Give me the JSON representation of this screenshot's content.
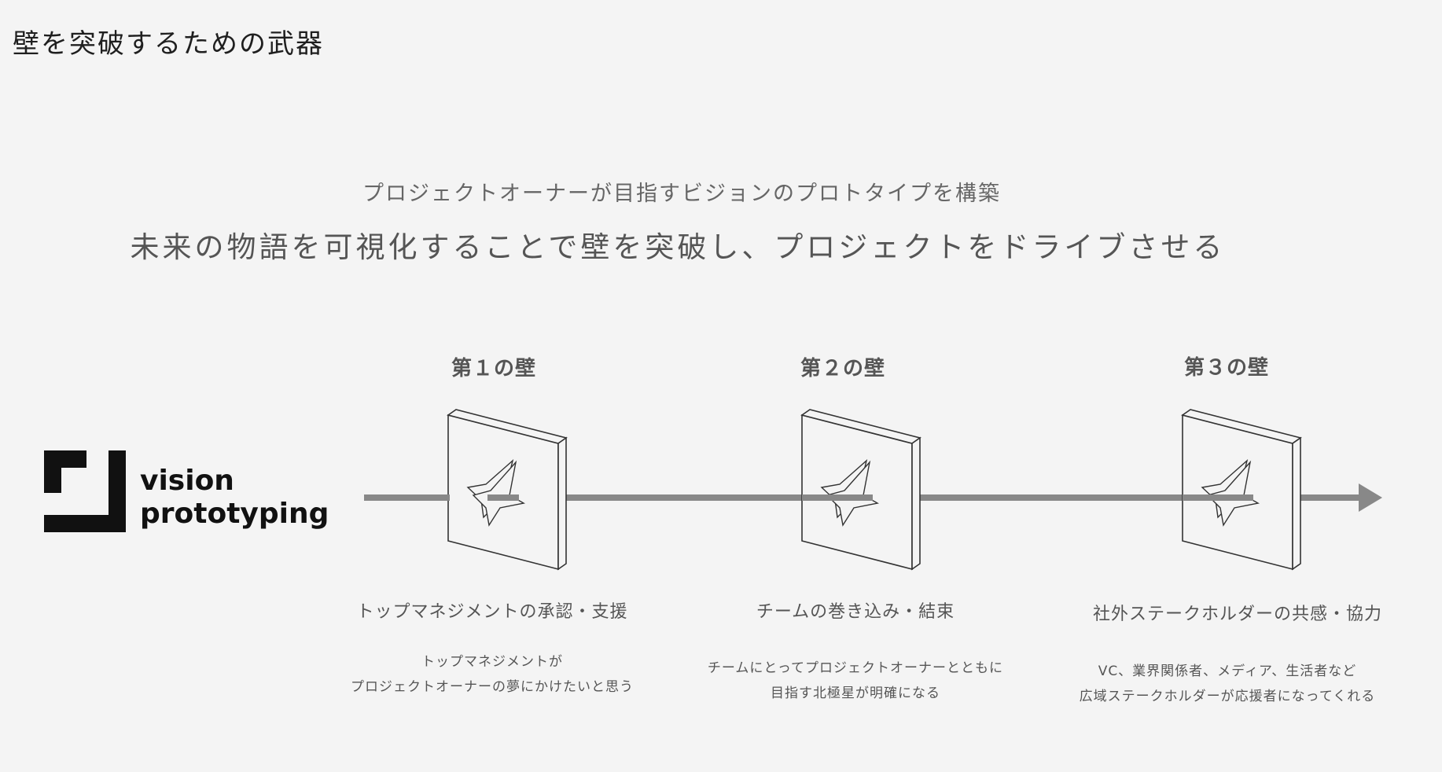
{
  "page": {
    "title": "壁を突破するための武器",
    "subtitle": "プロジェクトオーナーが目指すビジョンのプロトタイプを構築",
    "headline": "未来の物語を可視化することで壁を突破し、プロジェクトをドライブさせる"
  },
  "logo": {
    "line1": "vision",
    "line2": "prototyping"
  },
  "walls": [
    {
      "title": "第１の壁",
      "caption": "トップマネジメントの承認・支援",
      "desc_line1": "トップマネジメントが",
      "desc_line2": "プロジェクトオーナーの夢にかけたいと思う"
    },
    {
      "title": "第２の壁",
      "caption": "チームの巻き込み・結束",
      "desc_line1": "チームにとってプロジェクトオーナーとともに",
      "desc_line2": "目指す北極星が明確になる"
    },
    {
      "title": "第３の壁",
      "caption": "社外ステークホルダーの共感・協力",
      "desc_line1": "VC、業界関係者、メディア、生活者など",
      "desc_line2": "広域ステークホルダーが応援者になってくれる"
    }
  ],
  "colors": {
    "background": "#f4f4f4",
    "arrow": "#888888",
    "logo": "#111111",
    "text": "#555555"
  }
}
